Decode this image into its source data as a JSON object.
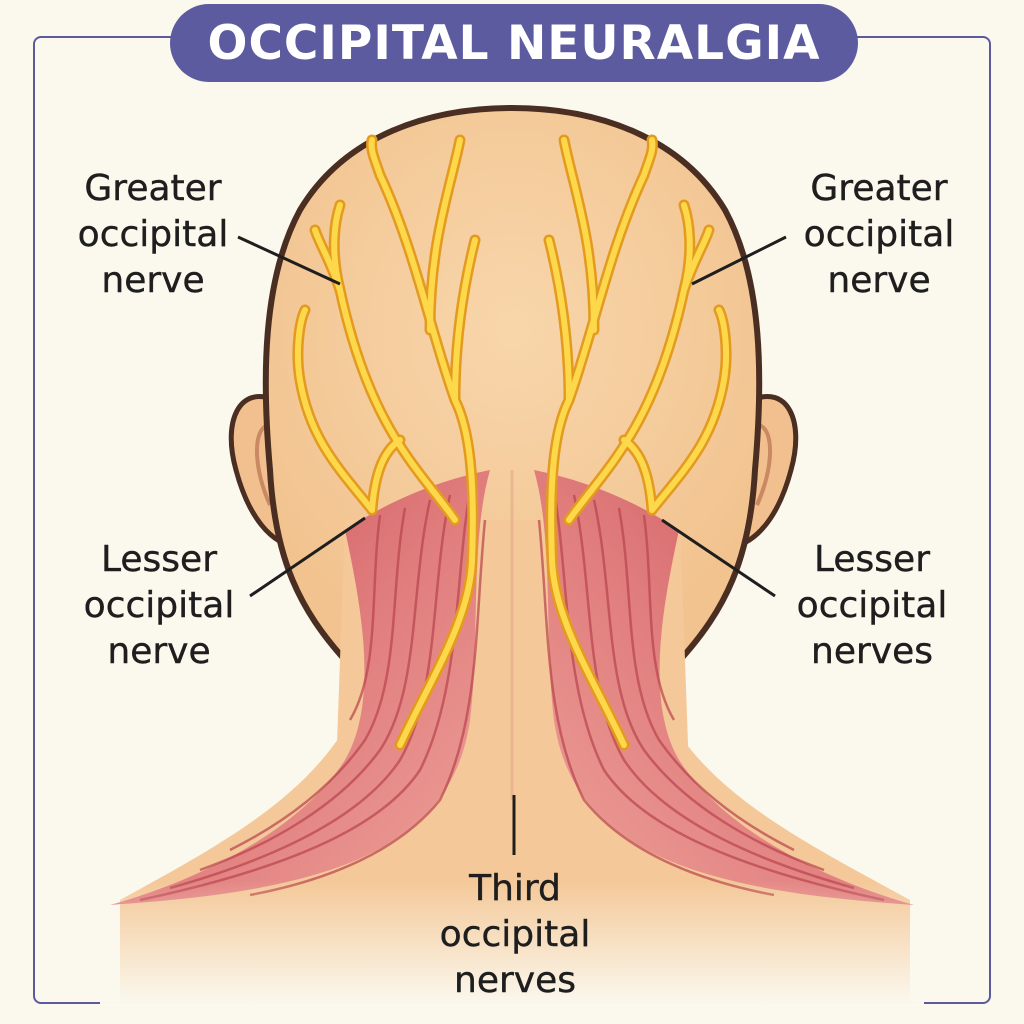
{
  "title": "OCCIPITAL NEURALGIA",
  "labels": {
    "greater_left": [
      "Greater",
      "occipital",
      "nerve"
    ],
    "greater_right": [
      "Greater",
      "occipital",
      "nerve"
    ],
    "lesser_left": [
      "Lesser",
      "occipital",
      "nerve"
    ],
    "lesser_right": [
      "Lesser",
      "occipital",
      "nerves"
    ],
    "third": [
      "Third",
      "occipital",
      "nerves"
    ]
  },
  "colors": {
    "frame": "#5b5a9a",
    "title_bg": "#5d5b9f",
    "background": "#fbf8ee",
    "skin": "#f6cf9e",
    "outline": "#4a2e22",
    "muscle": "#e0787a",
    "nerve": "#f5c230"
  }
}
